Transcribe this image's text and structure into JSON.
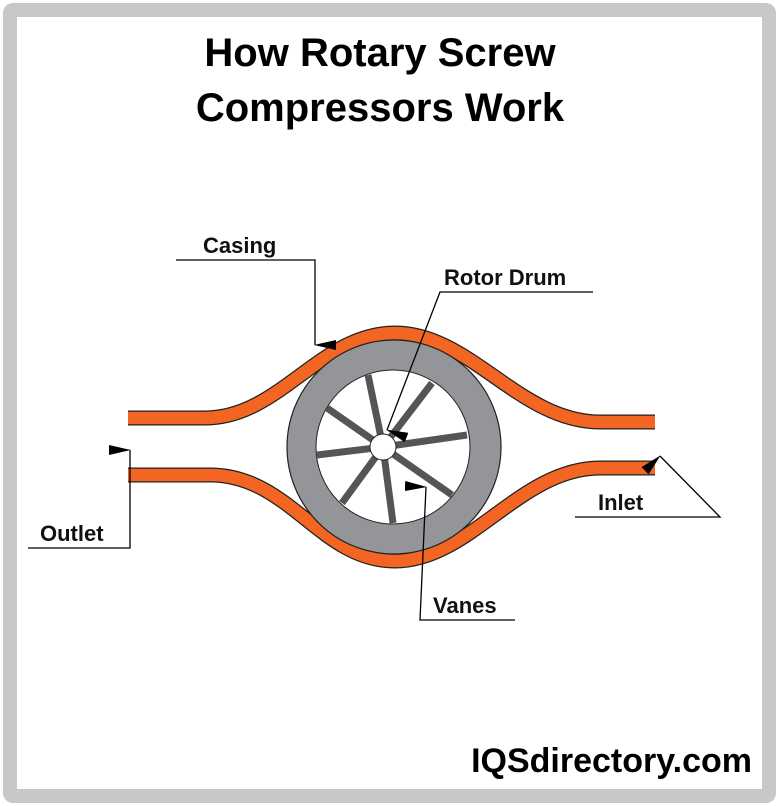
{
  "title": {
    "line1": "How Rotary Screw",
    "line2": "Compressors Work"
  },
  "labels": {
    "casing": "Casing",
    "rotor_drum": "Rotor Drum",
    "outlet": "Outlet",
    "inlet": "Inlet",
    "vanes": "Vanes"
  },
  "logo": "IQSdirectory.com",
  "colors": {
    "casing": "#f26522",
    "drum": "#939598",
    "border": "#c8c8c8"
  }
}
